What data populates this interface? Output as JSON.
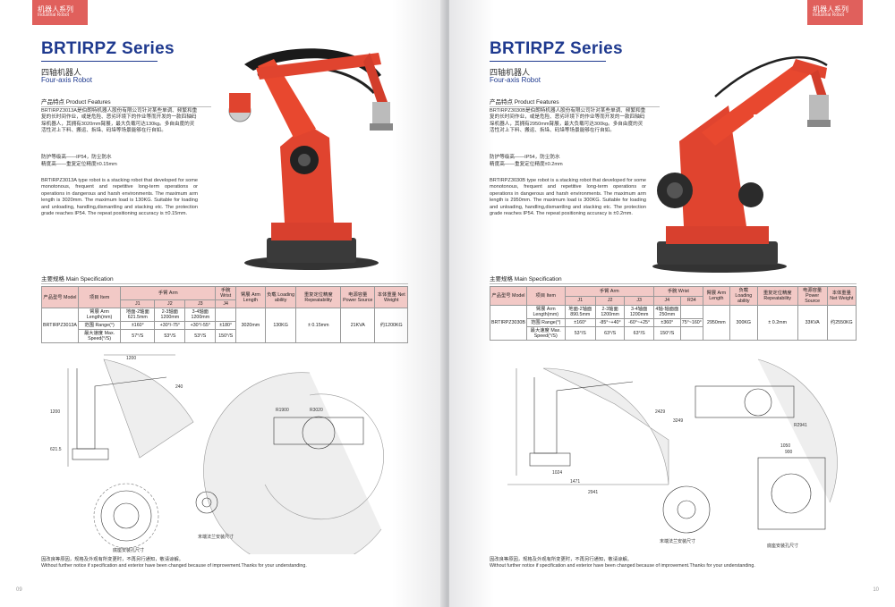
{
  "left": {
    "tag_cn": "机器人系列",
    "tag_en": "Industrial Robot",
    "title": "BRTIRPZ Series",
    "subtitle_cn": "四轴机器人",
    "subtitle_en": "Four-axis Robot",
    "features_heading": "产品特点   Product Features",
    "desc_cn": "BRTIRPZ3013A是伯朗特机器人股份有限公司针对某些单调、频繁和重复的长时间作业，或是危险、恶劣环境下的作业等而开发的一款四轴码垛机器人，其拥有3020mm臂展，最大负载可达130kg。多自由度的灵活性对上下料、搬运、拆垛、码垛等场景能够在行自如。",
    "protect_cn": "防护等级高——IP54，防尘防水",
    "precision_cn": "精度高——重复定位精度±0.15mm",
    "desc_en": "BRTIRPZ3013A type robot is a stacking robot that developed for some monotonous, frequent and repetitive long-term operations or operations in dangerous and harsh environments. The maximum arm length is 3020mm. The maximum load is 130KG. Suitable for loading and unloading, handling,dismantling and stacking etc. The protection grade reaches IP54. The repeat positioning accuracy is ±0.15mm.",
    "spec_heading": "主要规格   Main Specification",
    "table": {
      "model_h": "产品型号 Model",
      "item_h": "项目 Item",
      "arm_h": "手臂 Arm",
      "wrist_h": "手腕 Wrist",
      "arm_len_h": "臂展 Arm Length",
      "load_h": "负载 Loading ability",
      "repeat_h": "重复定位精度 Repeatability",
      "power_h": "电源容量 Power Source",
      "weight_h": "本体重量 Net Weight",
      "j1": "J1",
      "j2": "J2",
      "j3": "J3",
      "j4": "J4",
      "row1_item": "臂展 Arm Length(mm)",
      "row2_item": "范围 Range(°)",
      "row3_item": "最大速度 Max. Speed(°/S)",
      "model": "BRTIRPZ3013A",
      "r1_j1": "地面-2轴面 621.5mm",
      "r1_j2": "2-3轴面 1200mm",
      "r1_j3": "3-4轴面 1200mm",
      "r1_j4": "",
      "r2_j1": "±160°",
      "r2_j2": "+30°/-75°",
      "r2_j3": "+30°/-55°",
      "r2_j4": "±180°",
      "r3_j1": "57°/S",
      "r3_j2": "53°/S",
      "r3_j3": "53°/S",
      "r3_j4": "150°/S",
      "arm_len": "3020mm",
      "load": "130KG",
      "repeat": "± 0.15mm",
      "power": "21KVA",
      "weight": "约1200KG"
    },
    "dim_labels": [
      "1200",
      "240",
      "1200",
      "621.5",
      "R3020",
      "R1900",
      "末端法兰安装尺寸",
      "底座安装孔尺寸"
    ],
    "footer_cn": "因改良等原因，规格及外观有所变更时，不再另行通知，敬请谅解。",
    "footer_en": "Without further notice if specification and exterior have been changed because of improvement.Thanks for your understanding.",
    "page_num": "09"
  },
  "right": {
    "tag_cn": "机器人系列",
    "tag_en": "Industrial Robot",
    "title": "BRTIRPZ Series",
    "subtitle_cn": "四轴机器人",
    "subtitle_en": "Four-axis Robot",
    "features_heading": "产品特点   Product Features",
    "desc_cn": "BRTIRPZ3030B是伯朗特机器人股份有限公司针对某些单调、频繁和重复的长时间作业，或是危险、恶劣环境下的作业等而开发的一款四轴码垛机器人，其拥有2950mm臂展，最大负载可达300kg。多自由度的灵活性对上下料、搬运、拆垛、码垛等场景能够在行自如。",
    "protect_cn": "防护等级高——IP54，防尘防水",
    "precision_cn": "精度高——重复定位精度±0.2mm",
    "desc_en": "BRTIRPZ3030B type robot is a stacking robot that developed for some monotonous, frequent and repetitive long-term operations or operations in dangerous and harsh environments. The maximum arm length is 2950mm. The maximum load is 300KG. Suitable for loading and unloading, handling,dismantling and stacking etc. The protection grade reaches IP54. The repeat positioning accuracy is ±0.2mm.",
    "spec_heading": "主要规格   Main Specification",
    "table": {
      "model_h": "产品型号 Model",
      "item_h": "项目 Item",
      "arm_h": "手臂 Arm",
      "wrist_h": "手腕 Wrist",
      "arm_len_h": "臂展 Arm Length",
      "load_h": "负载 Loading ability",
      "repeat_h": "重复定位精度 Repeatability",
      "power_h": "电源容量 Power Source",
      "weight_h": "本体重量 Net Weight",
      "j1": "J1",
      "j2": "J2",
      "j3": "J3",
      "j4": "J4",
      "r34": "R34",
      "row1_item": "臂展 Arm Length(mm)",
      "row2_item": "范围 Range(°)",
      "row3_item": "最大速度 Max. Speed(°/S)",
      "model": "BRTIRPZ3030B",
      "r1_j1": "地面-2轴面 890.5mm",
      "r1_j2": "2-3轴面 1200mm",
      "r1_j3": "3-4轴面 1200mm",
      "r1_j4": "4轴-轴面面 250mm",
      "r1_r34": "",
      "r2_j1": "±160°",
      "r2_j2": "-85°~+40°",
      "r2_j3": "-60°~+25°",
      "r2_j4": "±360°",
      "r2_r34": "75°~160°",
      "r3_j1": "53°/S",
      "r3_j2": "63°/S",
      "r3_j3": "63°/S",
      "r3_j4": "150°/S",
      "r3_r34": "",
      "arm_len": "2950mm",
      "load": "300KG",
      "repeat": "± 0.2mm",
      "power": "33KVA",
      "weight": "约2550KG"
    },
    "dim_labels": [
      "2941",
      "1471",
      "1024",
      "3249",
      "2429",
      "R2941",
      "末端法兰安装尺寸",
      "底座安装孔尺寸",
      "900",
      "1050"
    ],
    "footer_cn": "因改良等原因，规格及外观有所变更时，不再另行通知，敬请谅解。",
    "footer_en": "Without further notice if specification and exterior have been changed because of improvement.Thanks for your understanding.",
    "page_num": "10"
  }
}
